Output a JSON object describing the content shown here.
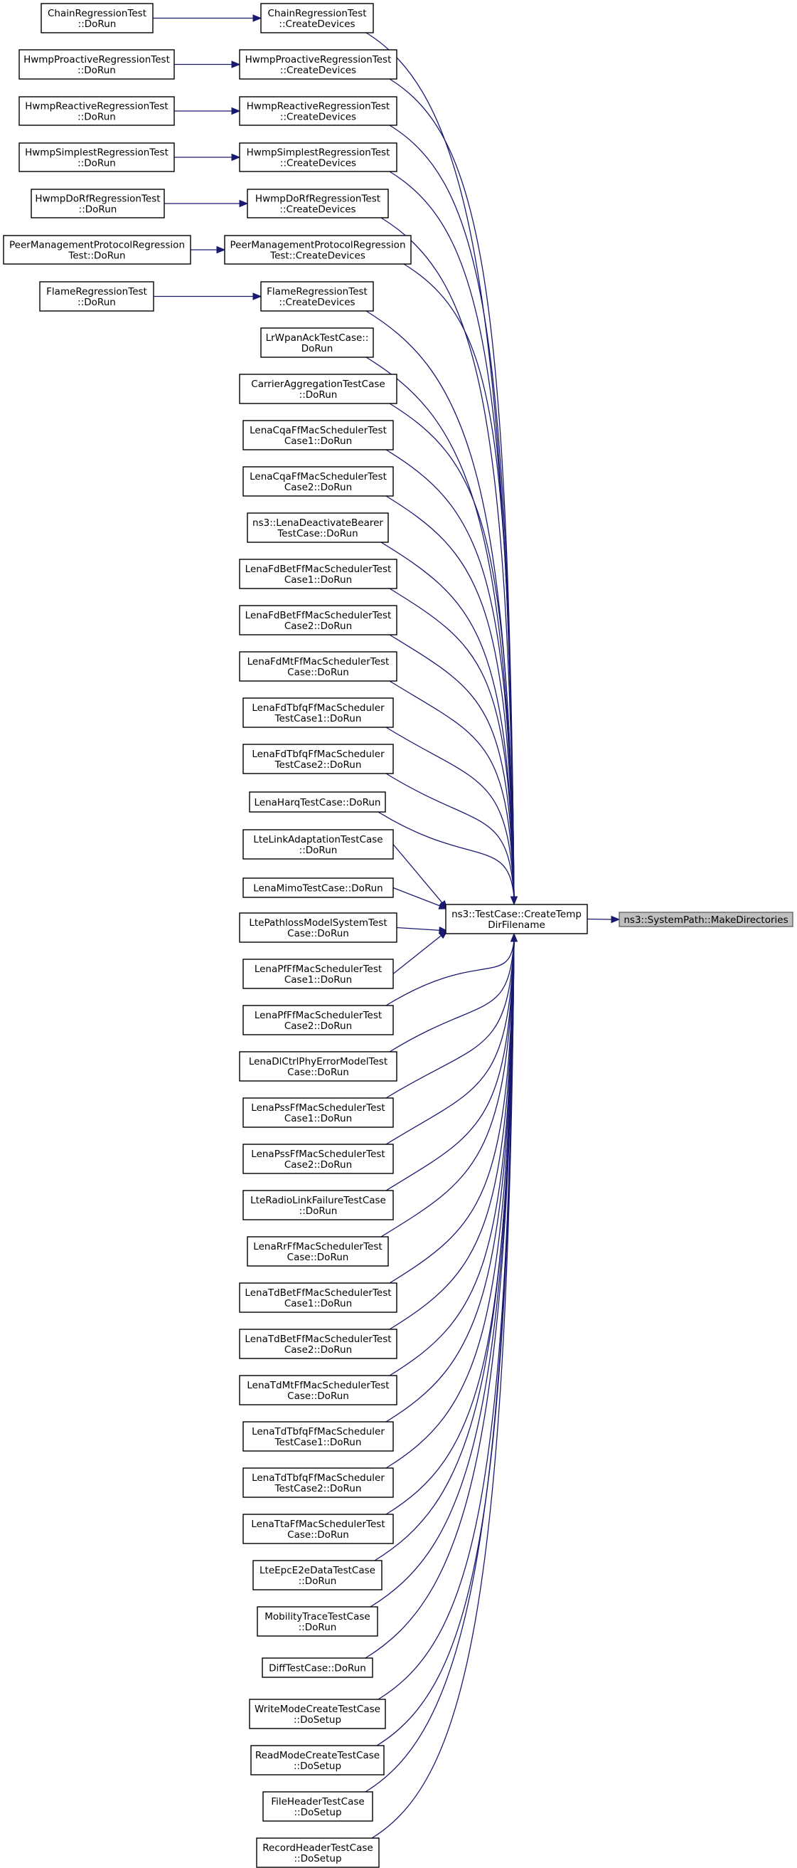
{
  "graph": {
    "edge_color": "#191970",
    "target_fill": "#bfbfbf",
    "target": {
      "id": "make-directories",
      "lines": [
        "ns3::SystemPath::MakeDirectories"
      ]
    },
    "hub": {
      "id": "create-temp-dir-filename",
      "lines": [
        "ns3::TestCase::CreateTemp",
        "DirFilename"
      ]
    },
    "callers": [
      {
        "id": "chain-create",
        "lines": [
          "ChainRegressionTest",
          "::CreateDevices"
        ],
        "caller": [
          "ChainRegressionTest",
          "::DoRun"
        ]
      },
      {
        "id": "hwmp-proactive-create",
        "lines": [
          "HwmpProactiveRegressionTest",
          "::CreateDevices"
        ],
        "caller": [
          "HwmpProactiveRegressionTest",
          "::DoRun"
        ]
      },
      {
        "id": "hwmp-reactive-create",
        "lines": [
          "HwmpReactiveRegressionTest",
          "::CreateDevices"
        ],
        "caller": [
          "HwmpReactiveRegressionTest",
          "::DoRun"
        ]
      },
      {
        "id": "hwmp-simplest-create",
        "lines": [
          "HwmpSimplestRegressionTest",
          "::CreateDevices"
        ],
        "caller": [
          "HwmpSimplestRegressionTest",
          "::DoRun"
        ]
      },
      {
        "id": "hwmp-dorf-create",
        "lines": [
          "HwmpDoRfRegressionTest",
          "::CreateDevices"
        ],
        "caller": [
          "HwmpDoRfRegressionTest",
          "::DoRun"
        ]
      },
      {
        "id": "peer-mgmt-create",
        "lines": [
          "PeerManagementProtocolRegression",
          "Test::CreateDevices"
        ],
        "caller": [
          "PeerManagementProtocolRegression",
          "Test::DoRun"
        ]
      },
      {
        "id": "flame-create",
        "lines": [
          "FlameRegressionTest",
          "::CreateDevices"
        ],
        "caller": [
          "FlameRegressionTest",
          "::DoRun"
        ]
      },
      {
        "id": "lrwpan-ack",
        "lines": [
          "LrWpanAckTestCase::",
          "DoRun"
        ]
      },
      {
        "id": "carrier-aggregation",
        "lines": [
          "CarrierAggregationTestCase",
          "::DoRun"
        ]
      },
      {
        "id": "lena-cqa-1",
        "lines": [
          "LenaCqaFfMacSchedulerTest",
          "Case1::DoRun"
        ]
      },
      {
        "id": "lena-cqa-2",
        "lines": [
          "LenaCqaFfMacSchedulerTest",
          "Case2::DoRun"
        ]
      },
      {
        "id": "lena-deactivate-bearer",
        "lines": [
          "ns3::LenaDeactivateBearer",
          "TestCase::DoRun"
        ]
      },
      {
        "id": "lena-fdbet-1",
        "lines": [
          "LenaFdBetFfMacSchedulerTest",
          "Case1::DoRun"
        ]
      },
      {
        "id": "lena-fdbet-2",
        "lines": [
          "LenaFdBetFfMacSchedulerTest",
          "Case2::DoRun"
        ]
      },
      {
        "id": "lena-fdmt",
        "lines": [
          "LenaFdMtFfMacSchedulerTest",
          "Case::DoRun"
        ]
      },
      {
        "id": "lena-fdtbfq-1",
        "lines": [
          "LenaFdTbfqFfMacScheduler",
          "TestCase1::DoRun"
        ]
      },
      {
        "id": "lena-fdtbfq-2",
        "lines": [
          "LenaFdTbfqFfMacScheduler",
          "TestCase2::DoRun"
        ]
      },
      {
        "id": "lena-harq",
        "lines": [
          "LenaHarqTestCase::DoRun"
        ]
      },
      {
        "id": "lte-link-adaptation",
        "lines": [
          "LteLinkAdaptationTestCase",
          "::DoRun"
        ]
      },
      {
        "id": "lena-mimo",
        "lines": [
          "LenaMimoTestCase::DoRun"
        ]
      },
      {
        "id": "lte-pathloss",
        "lines": [
          "LtePathlossModelSystemTest",
          "Case::DoRun"
        ]
      },
      {
        "id": "lena-pf-1",
        "lines": [
          "LenaPfFfMacSchedulerTest",
          "Case1::DoRun"
        ]
      },
      {
        "id": "lena-pf-2",
        "lines": [
          "LenaPfFfMacSchedulerTest",
          "Case2::DoRun"
        ]
      },
      {
        "id": "lena-dlctrl",
        "lines": [
          "LenaDlCtrlPhyErrorModelTest",
          "Case::DoRun"
        ]
      },
      {
        "id": "lena-pss-1",
        "lines": [
          "LenaPssFfMacSchedulerTest",
          "Case1::DoRun"
        ]
      },
      {
        "id": "lena-pss-2",
        "lines": [
          "LenaPssFfMacSchedulerTest",
          "Case2::DoRun"
        ]
      },
      {
        "id": "lte-radio-link-failure",
        "lines": [
          "LteRadioLinkFailureTestCase",
          "::DoRun"
        ]
      },
      {
        "id": "lena-rr",
        "lines": [
          "LenaRrFfMacSchedulerTest",
          "Case::DoRun"
        ]
      },
      {
        "id": "lena-tdbet-1",
        "lines": [
          "LenaTdBetFfMacSchedulerTest",
          "Case1::DoRun"
        ]
      },
      {
        "id": "lena-tdbet-2",
        "lines": [
          "LenaTdBetFfMacSchedulerTest",
          "Case2::DoRun"
        ]
      },
      {
        "id": "lena-tdmt",
        "lines": [
          "LenaTdMtFfMacSchedulerTest",
          "Case::DoRun"
        ]
      },
      {
        "id": "lena-tdtbfq-1",
        "lines": [
          "LenaTdTbfqFfMacScheduler",
          "TestCase1::DoRun"
        ]
      },
      {
        "id": "lena-tdtbfq-2",
        "lines": [
          "LenaTdTbfqFfMacScheduler",
          "TestCase2::DoRun"
        ]
      },
      {
        "id": "lena-tta",
        "lines": [
          "LenaTtaFfMacSchedulerTest",
          "Case::DoRun"
        ]
      },
      {
        "id": "lte-epc-e2e",
        "lines": [
          "LteEpcE2eDataTestCase",
          "::DoRun"
        ]
      },
      {
        "id": "mobility-trace",
        "lines": [
          "MobilityTraceTestCase",
          "::DoRun"
        ]
      },
      {
        "id": "diff-test",
        "lines": [
          "DiffTestCase::DoRun"
        ]
      },
      {
        "id": "write-mode-create",
        "lines": [
          "WriteModeCreateTestCase",
          "::DoSetup"
        ]
      },
      {
        "id": "read-mode-create",
        "lines": [
          "ReadModeCreateTestCase",
          "::DoSetup"
        ]
      },
      {
        "id": "file-header",
        "lines": [
          "FileHeaderTestCase",
          "::DoSetup"
        ]
      },
      {
        "id": "record-header",
        "lines": [
          "RecordHeaderTestCase",
          "::DoSetup"
        ]
      }
    ]
  }
}
